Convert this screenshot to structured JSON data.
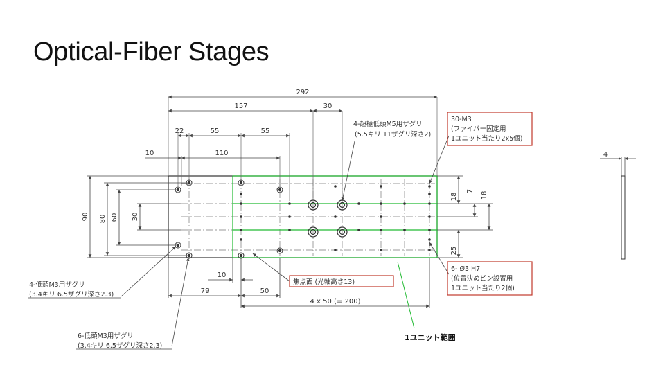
{
  "slide": {
    "title": "Optical-Fiber Stages"
  },
  "drawing": {
    "dimensions": {
      "overall_width": "292",
      "d157": "157",
      "d30": "30",
      "d22": "22",
      "d55a": "55",
      "d55b": "55",
      "d10_top": "10",
      "d110": "110",
      "d90": "90",
      "d80": "80",
      "d60": "60",
      "d30_left": "30",
      "d18_top": "18",
      "d7": "7",
      "d18_right": "18",
      "d25": "25",
      "d10_bottom": "10",
      "d79": "79",
      "d50": "50",
      "pitch": "4 x 50 (= 200)",
      "side_thickness": "4"
    },
    "callouts": {
      "counterbore_m5": [
        "4-超極低頭M5用ザグリ",
        "(5.5キリ 11ザグリ深さ2)"
      ],
      "tap_m3": [
        "30-M3",
        "(ファイバー固定用",
        "1ユニット当たり2x5個)"
      ],
      "counterbore_m3_4": [
        "4-低頭M3用ザグリ",
        "(3.4キリ 6.5ザグリ深さ2.3)"
      ],
      "counterbore_m3_6": [
        "6-低頭M3用ザグリ",
        "(3.4キリ 6.5ザグリ深さ2.3)"
      ],
      "focal_plane": "焦点面 (光軸高さ13)",
      "pin_holes": [
        "6- Ø3 H7",
        "(位置決めピン設置用",
        "1ユニット当たり2個)"
      ],
      "unit_range": "1ユニット範囲"
    },
    "colors": {
      "line": "#555555",
      "callout_box": "#c0392b",
      "unit_box": "#22bb33"
    }
  }
}
